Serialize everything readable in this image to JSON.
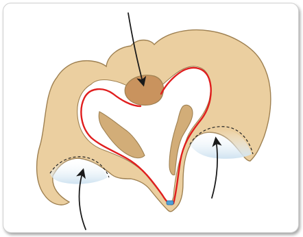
{
  "figure": {
    "colors": {
      "bone_fill": "#EBCFA0",
      "bone_stroke": "#9E8051",
      "bone_shadow": "#D2AD78",
      "canal_fill": "#FFFFFF",
      "inlet_line": "#E01E1E",
      "sacrum_fill": "#C9935E",
      "acetabulum_fill": "#CFE3F1",
      "arrow": "#1A1A1A",
      "symphysis": "#4D9ED6",
      "frame_border": "#CFCFCF"
    },
    "arrows": [
      {
        "name": "arrow-top-down",
        "direction": "down"
      },
      {
        "name": "arrow-bottom-left-up",
        "direction": "up"
      },
      {
        "name": "arrow-bottom-right-up",
        "direction": "up"
      }
    ]
  }
}
